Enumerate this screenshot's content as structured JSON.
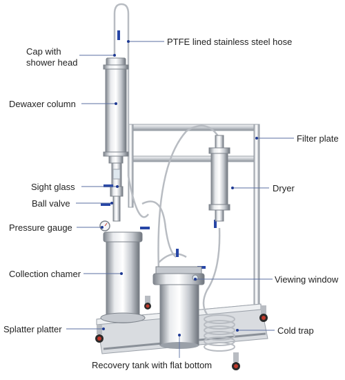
{
  "diagram": {
    "labels": {
      "ptfe_hose": "PTFE lined stainless steel hose",
      "cap_line1": "Cap with",
      "cap_line2": "shower head",
      "dewaxer_column": "Dewaxer column",
      "filter_plate": "Filter plate",
      "dryer": "Dryer",
      "sight_glass": "Sight glass",
      "ball_valve": "Ball valve",
      "pressure_gauge": "Pressure gauge",
      "collection_chamber": "Collection chamer",
      "viewing_window": "Viewing window",
      "splatter_platter": "Splatter platter",
      "cold_trap": "Cold trap",
      "recovery_tank": "Recovery tank with flat bottom"
    },
    "colors": {
      "leader_line": "#5a6ea0",
      "leader_dot": "#1f3a93",
      "steel_light": "#f1f2f4",
      "steel_mid": "#c5c9cf",
      "steel_dark": "#7d838b",
      "valve_handle": "#2746a6"
    }
  }
}
